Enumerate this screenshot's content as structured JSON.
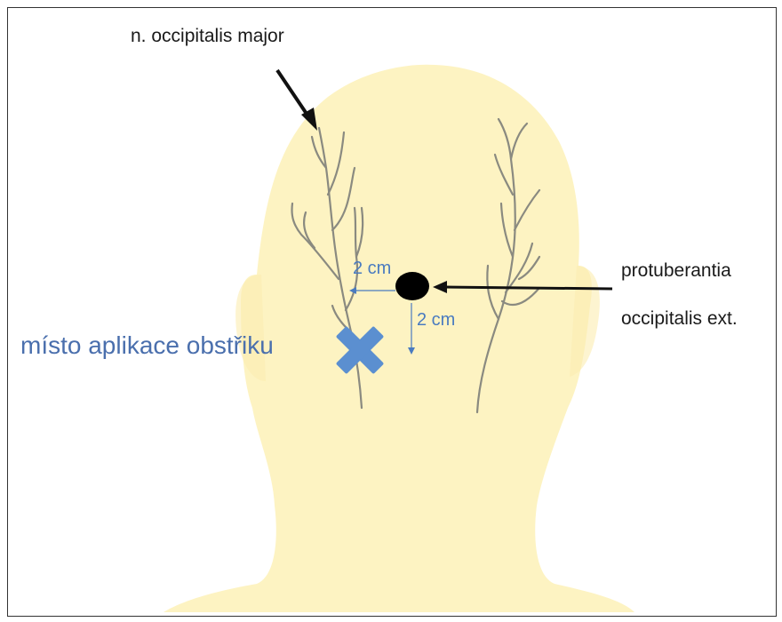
{
  "figure": {
    "labels": {
      "nerve": "n. occipitalis major",
      "protuberance_line1": "protuberantia",
      "protuberance_line2": "occipitalis ext.",
      "horizontal_distance": "2 cm",
      "vertical_distance": "2 cm",
      "injection_site": "místo aplikace obstřiku"
    },
    "colors": {
      "head": "#fdf3c2",
      "nerve": "#8a8a80",
      "arrow": "#111111",
      "measurement": "#4a7bc0",
      "cross": "#5b8fd0",
      "injection_text": "#4a6fad"
    },
    "icons": {
      "protuberance": "black-dot-icon",
      "injection": "x-cross-icon"
    }
  }
}
